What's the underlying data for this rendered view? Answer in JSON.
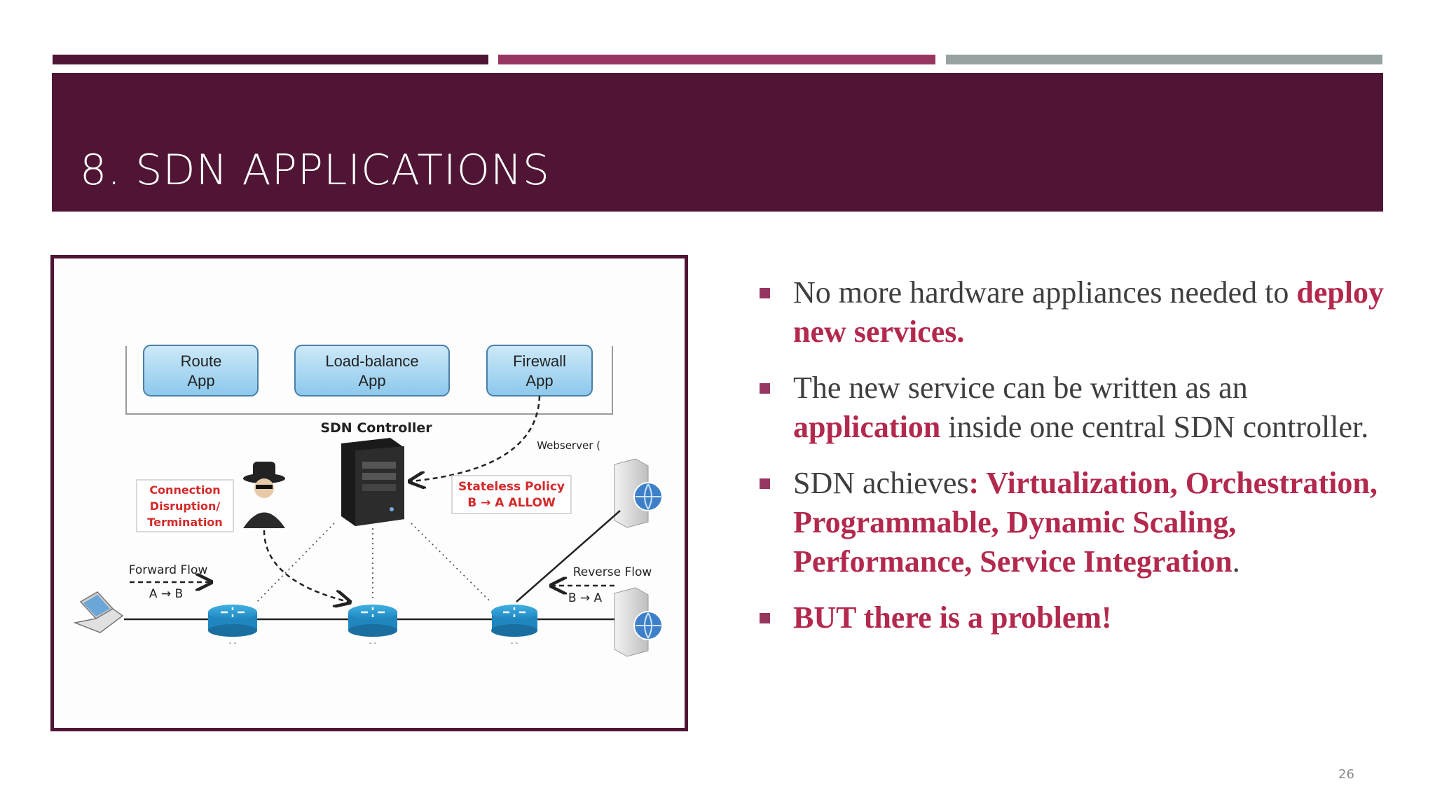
{
  "slide": {
    "title": "8. SDN APPLICATIONS",
    "number": "26"
  },
  "diagram": {
    "apps": [
      "Route",
      "App",
      "Load-balance",
      "App",
      "Firewall",
      "App"
    ],
    "controller_label": "SDN Controller",
    "webserver_label": "Webserver (",
    "policy_line1": "Stateless Policy",
    "policy_line2": "B → A ALLOW",
    "attack_line1": "Connection",
    "attack_line2": "Disruption/",
    "attack_line3": "Termination",
    "forward_label": "Forward Flow",
    "forward_sub": "A → B",
    "reverse_label": "Reverse Flow",
    "reverse_sub": "B → A"
  },
  "bullets": [
    {
      "parts": [
        {
          "text": "No more hardware appliances needed to ",
          "hl": false
        },
        {
          "text": "deploy new services.",
          "hl": true
        }
      ]
    },
    {
      "parts": [
        {
          "text": "The new service can be written as an ",
          "hl": false
        },
        {
          "text": "application",
          "hl": true
        },
        {
          "text": " inside one central SDN controller.",
          "hl": false
        }
      ]
    },
    {
      "parts": [
        {
          "text": "SDN achieves",
          "hl": false
        },
        {
          "text": ": Virtualization, Orchestration, Programmable, Dynamic Scaling, Performance, Service Integration",
          "hl": true
        },
        {
          "text": ".",
          "hl": false
        }
      ]
    },
    {
      "parts": [
        {
          "text": "BUT there is a problem!",
          "hl": true
        }
      ]
    }
  ],
  "colors": {
    "banner": "#501534",
    "accent": "#973661",
    "highlight": "#b3294d",
    "gray_bar": "#97a3a3"
  }
}
